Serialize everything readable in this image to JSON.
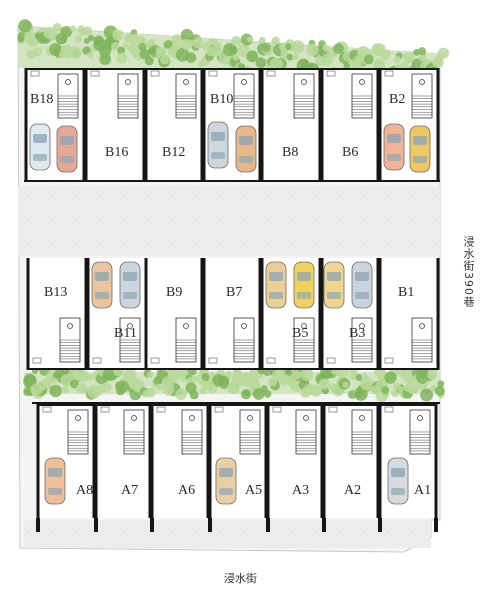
{
  "map": {
    "streets": {
      "bottom": "浸水街",
      "right": "浸水街390巷"
    },
    "row_b_top": [
      "B18",
      "B16",
      "B12",
      "B10",
      "B8",
      "B6",
      "B2"
    ],
    "row_b_bottom": [
      "B13",
      "B11",
      "B9",
      "B7",
      "B5",
      "B3",
      "B1"
    ],
    "row_a": [
      "A8",
      "A7",
      "A6",
      "A5",
      "A3",
      "A2",
      "A1"
    ],
    "cars": [
      {
        "unit": "B18",
        "colors": [
          "#dfe9ef",
          "#e8a994"
        ]
      },
      {
        "unit": "B10",
        "colors": [
          "#cfd7dc",
          "#e8b889"
        ]
      },
      {
        "unit": "B2",
        "colors": [
          "#f0b497",
          "#efc861"
        ]
      },
      {
        "unit": "B11",
        "colors": [
          "#e9c49c",
          "#cbd6de"
        ]
      },
      {
        "unit": "B5",
        "colors": [
          "#ebcf96",
          "#f1d35c"
        ]
      },
      {
        "unit": "B3",
        "colors": [
          "#efd58f",
          "#cad4dc"
        ]
      },
      {
        "unit": "A8",
        "colors": [
          "#efbf98"
        ]
      },
      {
        "unit": "A5",
        "colors": [
          "#e8cfa4"
        ]
      },
      {
        "unit": "A1",
        "colors": [
          "#d6dbdf"
        ]
      }
    ],
    "colors": {
      "greenery": "#7fb55a",
      "greenery_light": "#b8d99a",
      "paving": "#e9ebe8",
      "wall": "#151515"
    }
  }
}
